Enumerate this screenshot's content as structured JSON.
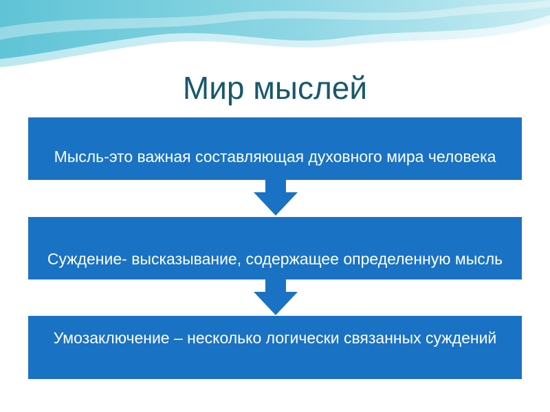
{
  "title": "Мир мыслей",
  "boxes": [
    {
      "text": "Мысль-это важная составляющая духовного мира человека"
    },
    {
      "text": "Суждение- высказывание, содержащее определенную мысль"
    },
    {
      "text": "Умозаключение – несколько логически связанных суждений"
    }
  ],
  "colors": {
    "title": "#17596a",
    "box_fill": "#1a72c4",
    "arrow_fill": "#1a72c4",
    "box_text": "#ffffff"
  },
  "icons": {
    "arrow": "down-arrow-icon"
  }
}
